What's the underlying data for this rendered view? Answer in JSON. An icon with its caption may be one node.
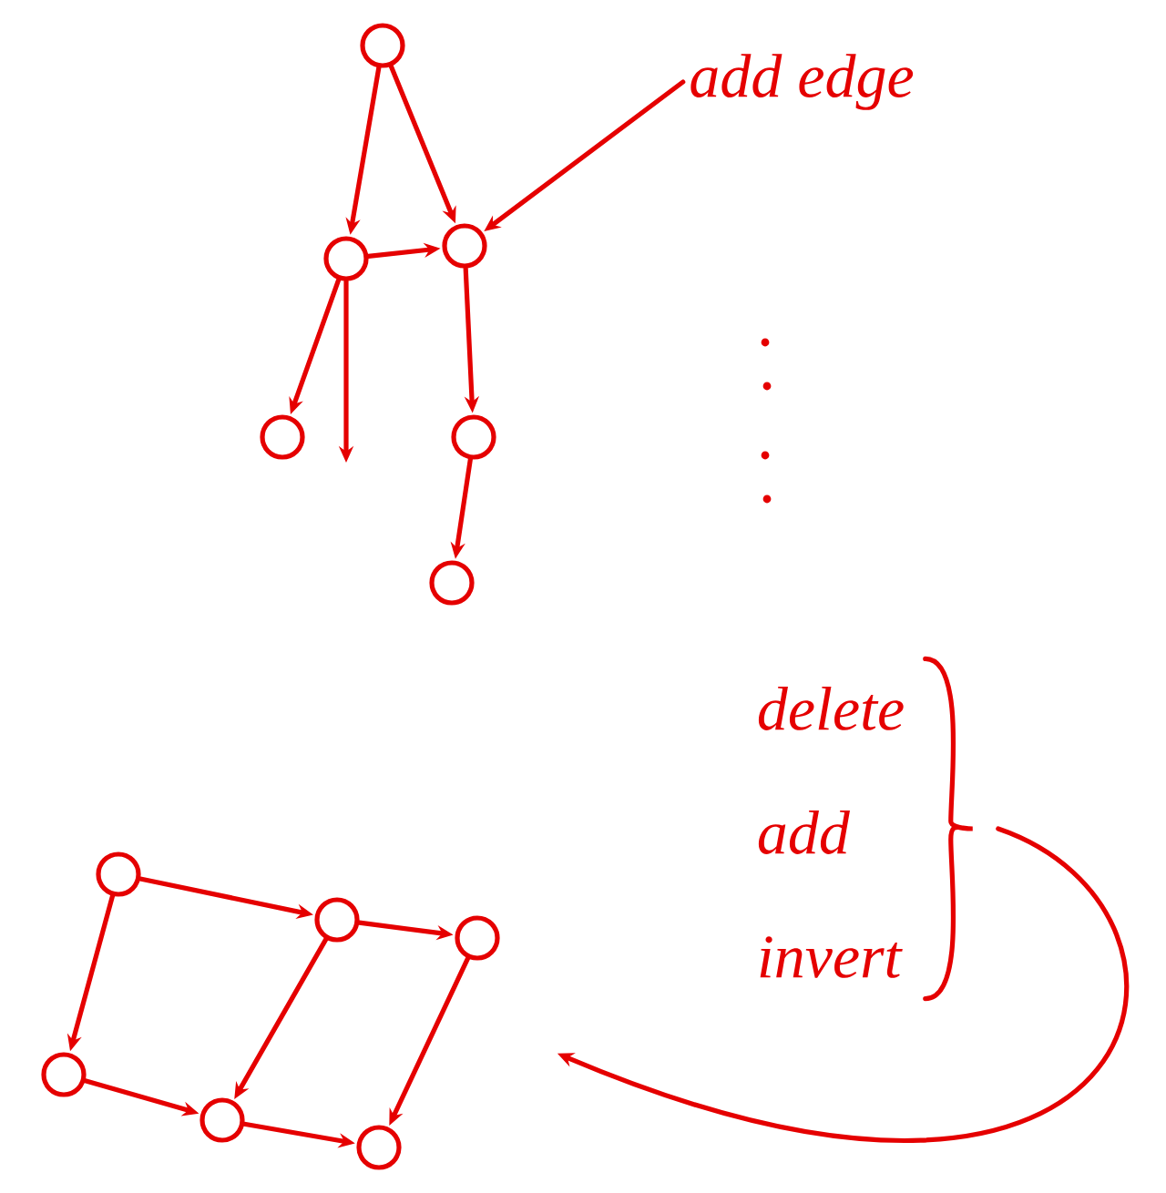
{
  "diagram": {
    "nodes": [
      {
        "text": [],
        "shape": "circle"
      },
      {
        "text": [
          "add edge"
        ]
      },
      {
        "text": [],
        "shape": "circle"
      },
      {
        "text": [],
        "shape": "circle"
      },
      {
        "text": [],
        "shape": "circle"
      },
      {
        "text": [],
        "shape": "circle"
      },
      {
        "text": [],
        "shape": "circle"
      },
      {
        "text": [
          "delete",
          "add",
          "invert"
        ]
      },
      {
        "text": [],
        "shape": "circle"
      },
      {
        "text": [],
        "shape": "circle"
      },
      {
        "text": [],
        "shape": "circle"
      },
      {
        "text": [],
        "shape": "circle"
      },
      {
        "text": [],
        "shape": "circle"
      },
      {
        "text": [],
        "shape": "circle"
      }
    ],
    "edges": [
      {
        "from": 0,
        "to": 2,
        "arrow": "to"
      },
      {
        "from": 0,
        "to": 3,
        "arrow": "to"
      },
      {
        "from": 1,
        "to": 3,
        "arrow": "to"
      },
      {
        "from": 2,
        "to": 3,
        "arrow": "to"
      },
      {
        "from": 2,
        "to": 4,
        "arrow": "to"
      },
      {
        "from": 2,
        "to": null,
        "arrow": "to"
      },
      {
        "from": 3,
        "to": 5,
        "arrow": "to"
      },
      {
        "from": 5,
        "to": 6,
        "arrow": "to"
      },
      {
        "from": 7,
        "to": null,
        "arrow": "to"
      },
      {
        "from": 8,
        "to": 9,
        "arrow": "to"
      },
      {
        "from": 9,
        "to": 10,
        "arrow": "to"
      },
      {
        "from": 8,
        "to": 11,
        "arrow": "to"
      },
      {
        "from": 9,
        "to": 12,
        "arrow": "to"
      },
      {
        "from": 10,
        "to": 13,
        "arrow": "to"
      },
      {
        "from": 11,
        "to": 12,
        "arrow": "to"
      },
      {
        "from": 12,
        "to": 13,
        "arrow": "to"
      }
    ]
  }
}
